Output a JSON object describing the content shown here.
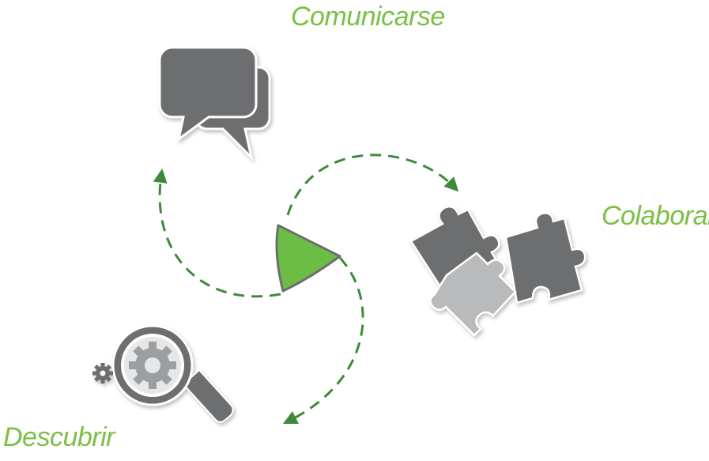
{
  "labels": {
    "comunicarse": "Comunicarse",
    "colaborar": "Colaborar",
    "descubrir": "Descubrir"
  },
  "colors": {
    "accent_green": "#7bbf44",
    "arrow_green": "#3e8a3a",
    "center_fill": "#6cbd45",
    "icon_gray": "#6d6e70",
    "icon_light_gray": "#b9babc"
  },
  "icons": [
    "speech-bubbles-icon",
    "puzzle-pieces-icon",
    "magnifier-gear-icon"
  ]
}
